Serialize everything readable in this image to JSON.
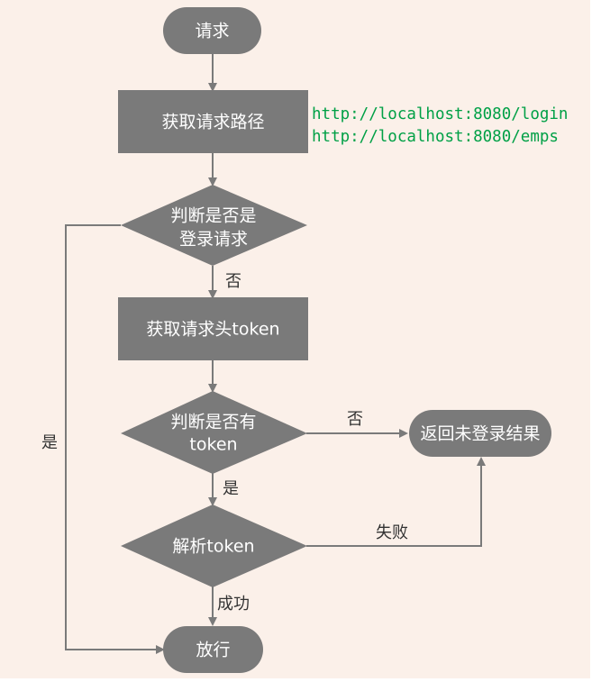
{
  "colors": {
    "background": "#fbf0e9",
    "node_fill": "#7a7a7a",
    "edge": "#7a7a7a",
    "node_text": "#ffffff",
    "label_text": "#333333",
    "url_text": "#00a046"
  },
  "nodes": {
    "request": "请求",
    "get_path": "获取请求路径",
    "is_login_line1": "判断是否是",
    "is_login_line2": "登录请求",
    "get_token": "获取请求头token",
    "has_token_line1": "判断是否有",
    "has_token_line2": "token",
    "parse_token": "解析token",
    "pass": "放行",
    "not_logged_in": "返回未登录结果"
  },
  "edge_labels": {
    "no_1": "否",
    "no_2": "否",
    "yes_1": "是",
    "yes_2": "是",
    "fail": "失败",
    "success": "成功"
  },
  "annotations": {
    "url_login": "http://localhost:8080/login",
    "url_emps": "http://localhost:8080/emps"
  }
}
